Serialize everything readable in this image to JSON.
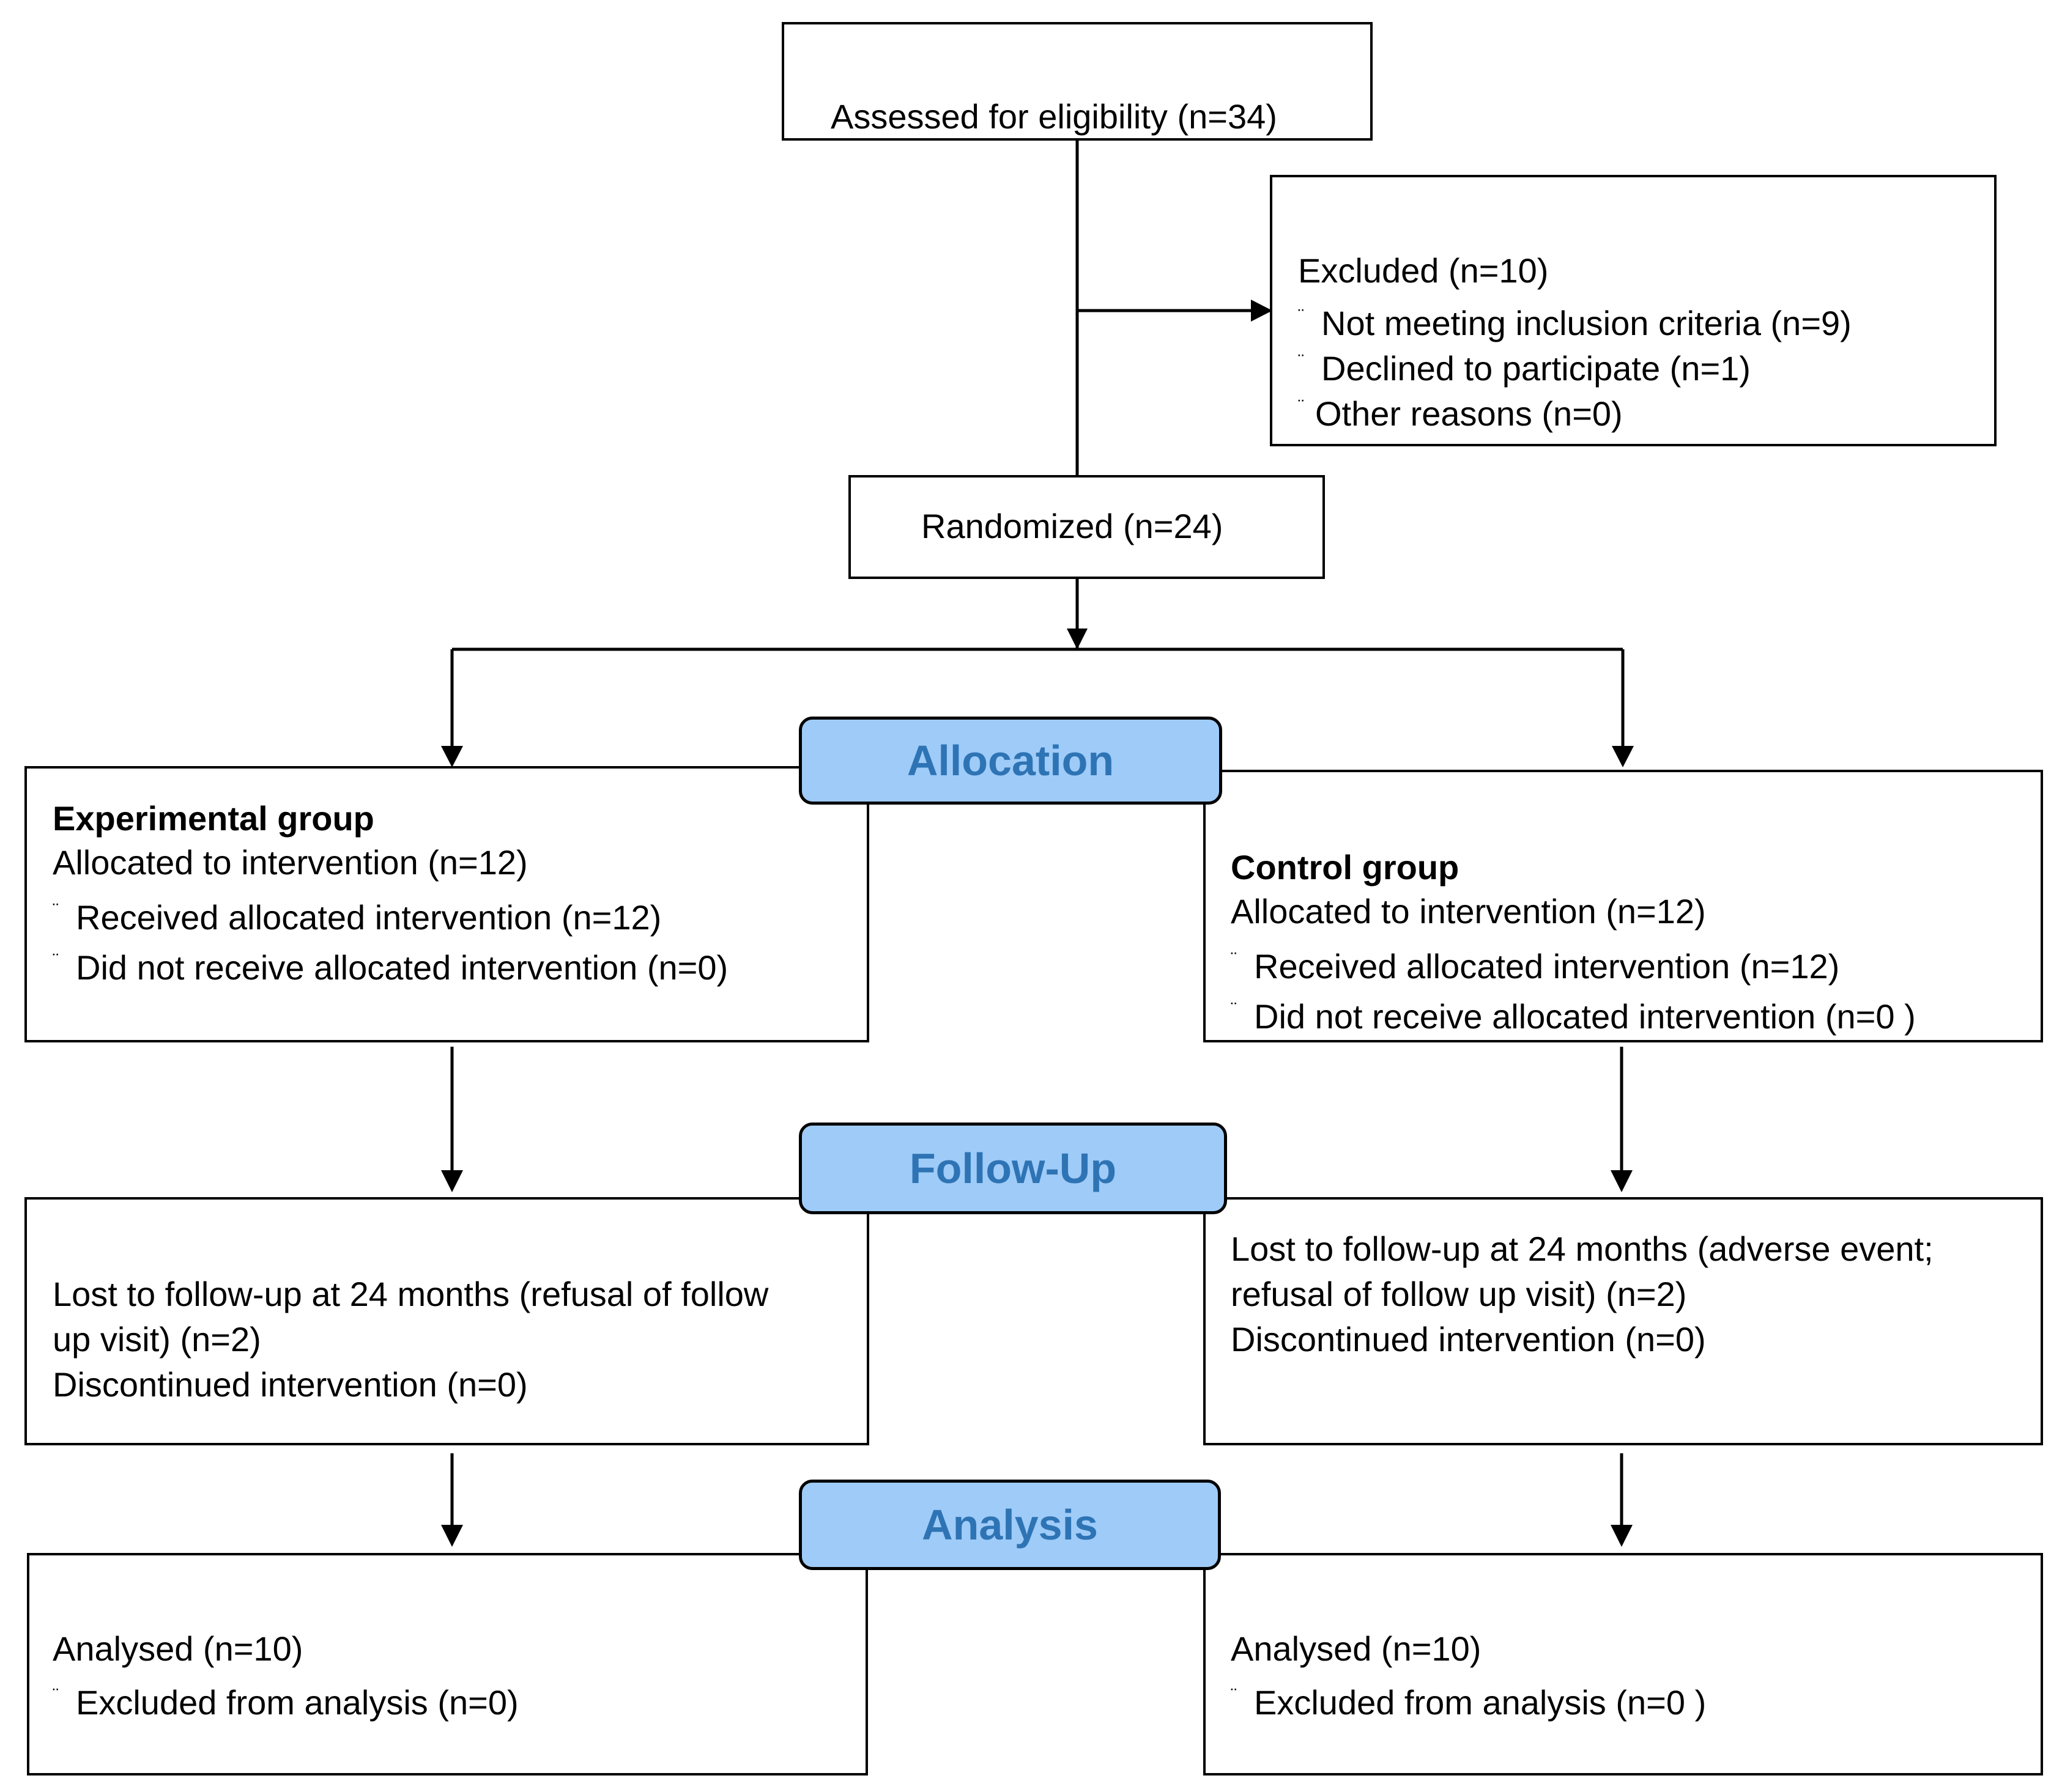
{
  "assessed": "Assessed for eligibility (n=34)",
  "excluded": {
    "title": "Excluded   (n=10)",
    "bullet": "¨",
    "items": [
      "Not meeting inclusion criteria (n=9)",
      "Declined to participate (n=1)",
      "Other reasons (n=0)"
    ]
  },
  "randomized": "Randomized  (n=24)",
  "stages": {
    "allocation": "Allocation",
    "follow_up": "Follow-Up",
    "analysis": "Analysis"
  },
  "experimental": {
    "allocation": {
      "title": "Experimental group",
      "line": "Allocated to intervention (n=12)",
      "items": [
        "Received allocated intervention (n=12)",
        "Did not receive allocated intervention (n=0)"
      ]
    },
    "follow_up": {
      "line1": "Lost to follow-up at 24 months  (refusal of follow",
      "line2": "up visit) (n=2)",
      "line3": "Discontinued intervention (n=0)"
    },
    "analysis": {
      "line": "Analysed  (n=10)",
      "item": "Excluded  from analysis (n=0)"
    }
  },
  "control": {
    "allocation": {
      "title": "Control group",
      "line": "Allocated to intervention (n=12)",
      "items": [
        "Received allocated intervention (n=12)",
        "Did not receive allocated intervention (n=0 )"
      ]
    },
    "follow_up": {
      "line1": "Lost to follow-up at 24 months  (adverse event;",
      "line2": "refusal of follow up visit) (n=2)",
      "line3": "Discontinued intervention (n=0)"
    },
    "analysis": {
      "line": "Analysed  (n=10)",
      "item": "Excluded  from analysis (n=0 )"
    }
  }
}
